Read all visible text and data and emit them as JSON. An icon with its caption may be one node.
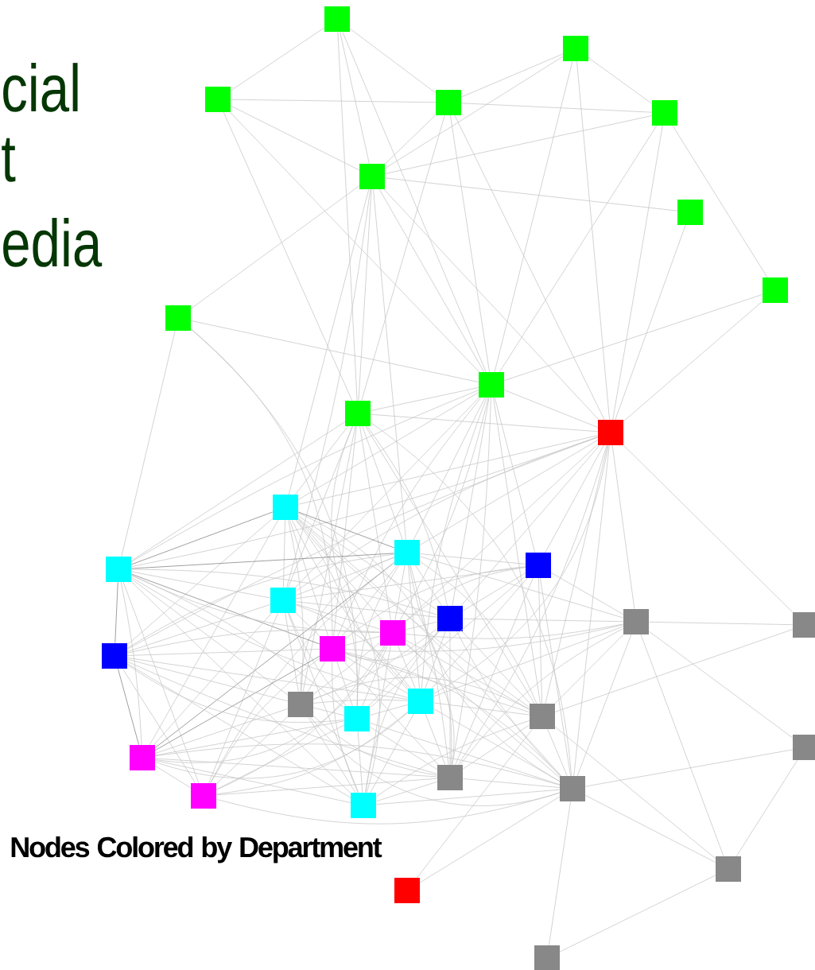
{
  "diagram": {
    "title": "Nodes Colored by Department",
    "nodes": [
      {
        "text": [],
        "shape": "box"
      },
      {
        "text": [],
        "shape": "box"
      },
      {
        "text": [],
        "shape": "box"
      },
      {
        "text": [],
        "shape": "box"
      },
      {
        "text": [],
        "shape": "box"
      },
      {
        "text": [],
        "shape": "box"
      },
      {
        "text": [],
        "shape": "box"
      },
      {
        "text": [],
        "shape": "box"
      },
      {
        "text": [],
        "shape": "box"
      },
      {
        "text": [],
        "shape": "box"
      },
      {
        "text": [],
        "shape": "box"
      },
      {
        "text": [],
        "shape": "box"
      },
      {
        "text": [],
        "shape": "box"
      },
      {
        "text": [],
        "shape": "box"
      },
      {
        "text": [],
        "shape": "box"
      },
      {
        "text": [],
        "shape": "box"
      },
      {
        "text": [],
        "shape": "box"
      },
      {
        "text": [],
        "shape": "box"
      },
      {
        "text": [],
        "shape": "box"
      },
      {
        "text": [],
        "shape": "box"
      },
      {
        "text": [],
        "shape": "box"
      },
      {
        "text": [],
        "shape": "box"
      },
      {
        "text": [],
        "shape": "box"
      },
      {
        "text": [],
        "shape": "box"
      },
      {
        "text": [],
        "shape": "box"
      },
      {
        "text": [],
        "shape": "box"
      },
      {
        "text": [],
        "shape": "box"
      },
      {
        "text": [],
        "shape": "box"
      },
      {
        "text": [],
        "shape": "box"
      },
      {
        "text": [],
        "shape": "box"
      },
      {
        "text": [],
        "shape": "box"
      },
      {
        "text": [],
        "shape": "box"
      },
      {
        "text": [],
        "shape": "box"
      },
      {
        "text": [],
        "shape": "box"
      },
      {
        "text": [],
        "shape": "box"
      },
      {
        "text": [],
        "shape": "box"
      }
    ],
    "edges": [
      {
        "from": 0,
        "to": 2,
        "arrow": "none"
      },
      {
        "from": 0,
        "to": 3,
        "arrow": "none"
      },
      {
        "from": 0,
        "to": 5,
        "arrow": "none"
      },
      {
        "from": 0,
        "to": 10,
        "arrow": "none"
      },
      {
        "from": 0,
        "to": 9,
        "arrow": "none"
      },
      {
        "from": 2,
        "to": 3,
        "arrow": "none"
      },
      {
        "from": 2,
        "to": 5,
        "arrow": "none"
      },
      {
        "from": 2,
        "to": 10,
        "arrow": "none"
      },
      {
        "from": 2,
        "to": 9,
        "arrow": "none"
      },
      {
        "from": 3,
        "to": 1,
        "arrow": "none"
      },
      {
        "from": 3,
        "to": 4,
        "arrow": "none"
      },
      {
        "from": 3,
        "to": 5,
        "arrow": "none"
      },
      {
        "from": 3,
        "to": 10,
        "arrow": "none"
      },
      {
        "from": 3,
        "to": 9,
        "arrow": "none"
      },
      {
        "from": 3,
        "to": 11,
        "arrow": "none"
      },
      {
        "from": 1,
        "to": 5,
        "arrow": "none"
      },
      {
        "from": 1,
        "to": 4,
        "arrow": "none"
      },
      {
        "from": 1,
        "to": 9,
        "arrow": "none"
      },
      {
        "from": 1,
        "to": 11,
        "arrow": "none"
      },
      {
        "from": 4,
        "to": 5,
        "arrow": "none"
      },
      {
        "from": 4,
        "to": 9,
        "arrow": "none"
      },
      {
        "from": 4,
        "to": 11,
        "arrow": "none"
      },
      {
        "from": 4,
        "to": 7,
        "arrow": "none"
      },
      {
        "from": 5,
        "to": 6,
        "arrow": "none"
      },
      {
        "from": 5,
        "to": 8,
        "arrow": "none"
      },
      {
        "from": 5,
        "to": 10,
        "arrow": "none"
      },
      {
        "from": 5,
        "to": 9,
        "arrow": "none"
      },
      {
        "from": 5,
        "to": 11,
        "arrow": "none"
      },
      {
        "from": 5,
        "to": 12,
        "arrow": "none"
      },
      {
        "from": 5,
        "to": 16,
        "arrow": "none"
      },
      {
        "from": 5,
        "to": 13,
        "arrow": "none"
      },
      {
        "from": 6,
        "to": 11,
        "arrow": "none"
      },
      {
        "from": 7,
        "to": 9,
        "arrow": "none"
      },
      {
        "from": 7,
        "to": 11,
        "arrow": "none"
      },
      {
        "from": 8,
        "to": 9,
        "arrow": "none"
      },
      {
        "from": 8,
        "to": 14,
        "arrow": "none"
      },
      {
        "from": 8,
        "to": 21,
        "arrow": "none"
      },
      {
        "from": 8,
        "to": 25,
        "arrow": "none"
      },
      {
        "from": 9,
        "to": 10,
        "arrow": "none"
      },
      {
        "from": 9,
        "to": 11,
        "arrow": "none"
      },
      {
        "from": 9,
        "to": 12,
        "arrow": "none"
      },
      {
        "from": 9,
        "to": 13,
        "arrow": "none"
      },
      {
        "from": 9,
        "to": 14,
        "arrow": "none"
      },
      {
        "from": 9,
        "to": 16,
        "arrow": "none"
      },
      {
        "from": 9,
        "to": 17,
        "arrow": "none"
      },
      {
        "from": 9,
        "to": 20,
        "arrow": "none"
      },
      {
        "from": 9,
        "to": 21,
        "arrow": "none"
      },
      {
        "from": 9,
        "to": 24,
        "arrow": "none"
      },
      {
        "from": 9,
        "to": 26,
        "arrow": "none"
      },
      {
        "from": 9,
        "to": 15,
        "arrow": "none"
      },
      {
        "from": 9,
        "to": 29,
        "arrow": "none"
      },
      {
        "from": 10,
        "to": 11,
        "arrow": "none"
      },
      {
        "from": 10,
        "to": 12,
        "arrow": "none"
      },
      {
        "from": 10,
        "to": 13,
        "arrow": "none"
      },
      {
        "from": 10,
        "to": 16,
        "arrow": "none"
      },
      {
        "from": 10,
        "to": 20,
        "arrow": "none"
      },
      {
        "from": 10,
        "to": 21,
        "arrow": "none"
      },
      {
        "from": 10,
        "to": 24,
        "arrow": "none"
      },
      {
        "from": 10,
        "to": 17,
        "arrow": "none"
      },
      {
        "from": 10,
        "to": 23,
        "arrow": "none"
      },
      {
        "from": 10,
        "to": 26,
        "arrow": "none"
      },
      {
        "from": 10,
        "to": 30,
        "arrow": "none"
      },
      {
        "from": 10,
        "to": 14,
        "arrow": "none"
      },
      {
        "from": 11,
        "to": 12,
        "arrow": "none"
      },
      {
        "from": 11,
        "to": 13,
        "arrow": "none"
      },
      {
        "from": 11,
        "to": 14,
        "arrow": "none"
      },
      {
        "from": 11,
        "to": 16,
        "arrow": "none"
      },
      {
        "from": 11,
        "to": 17,
        "arrow": "none"
      },
      {
        "from": 11,
        "to": 15,
        "arrow": "none"
      },
      {
        "from": 11,
        "to": 18,
        "arrow": "none"
      },
      {
        "from": 11,
        "to": 19,
        "arrow": "none"
      },
      {
        "from": 11,
        "to": 20,
        "arrow": "none"
      },
      {
        "from": 11,
        "to": 24,
        "arrow": "none"
      },
      {
        "from": 11,
        "to": 26,
        "arrow": "none"
      },
      {
        "from": 11,
        "to": 29,
        "arrow": "none"
      },
      {
        "from": 11,
        "to": 30,
        "arrow": "none"
      },
      {
        "from": 11,
        "to": 22,
        "arrow": "none"
      },
      {
        "from": 12,
        "to": 13,
        "arrow": "none",
        "color": "#888888"
      },
      {
        "from": 12,
        "to": 14,
        "arrow": "none",
        "color": "#888888"
      },
      {
        "from": 12,
        "to": 16,
        "arrow": "none"
      },
      {
        "from": 12,
        "to": 21,
        "arrow": "none"
      },
      {
        "from": 12,
        "to": 23,
        "arrow": "none"
      },
      {
        "from": 12,
        "to": 25,
        "arrow": "none"
      },
      {
        "from": 12,
        "to": 24,
        "arrow": "none"
      },
      {
        "from": 12,
        "to": 20,
        "arrow": "none"
      },
      {
        "from": 12,
        "to": 32,
        "arrow": "none"
      },
      {
        "from": 12,
        "to": 17,
        "arrow": "none"
      },
      {
        "from": 12,
        "to": 26,
        "arrow": "none"
      },
      {
        "from": 12,
        "to": 29,
        "arrow": "none"
      },
      {
        "from": 12,
        "to": 30,
        "arrow": "none"
      },
      {
        "from": 12,
        "to": 22,
        "arrow": "none"
      },
      {
        "from": 12,
        "to": 28,
        "arrow": "none"
      },
      {
        "from": 13,
        "to": 14,
        "arrow": "none",
        "color": "#888888"
      },
      {
        "from": 13,
        "to": 16,
        "arrow": "none"
      },
      {
        "from": 13,
        "to": 21,
        "arrow": "none"
      },
      {
        "from": 13,
        "to": 20,
        "arrow": "none"
      },
      {
        "from": 13,
        "to": 17,
        "arrow": "none"
      },
      {
        "from": 13,
        "to": 24,
        "arrow": "none"
      },
      {
        "from": 13,
        "to": 25,
        "arrow": "none"
      },
      {
        "from": 13,
        "to": 23,
        "arrow": "none"
      },
      {
        "from": 13,
        "to": 28,
        "arrow": "none",
        "color": "#888888"
      },
      {
        "from": 13,
        "to": 31,
        "arrow": "none"
      },
      {
        "from": 13,
        "to": 26,
        "arrow": "none"
      },
      {
        "from": 13,
        "to": 29,
        "arrow": "none"
      },
      {
        "from": 13,
        "to": 30,
        "arrow": "none"
      },
      {
        "from": 13,
        "to": 15,
        "arrow": "none"
      },
      {
        "from": 13,
        "to": 18,
        "arrow": "none"
      },
      {
        "from": 13,
        "to": 22,
        "arrow": "none"
      },
      {
        "from": 14,
        "to": 22,
        "arrow": "none",
        "color": "#888888"
      },
      {
        "from": 14,
        "to": 16,
        "arrow": "none"
      },
      {
        "from": 14,
        "to": 21,
        "arrow": "none",
        "color": "#888888"
      },
      {
        "from": 14,
        "to": 20,
        "arrow": "none"
      },
      {
        "from": 14,
        "to": 25,
        "arrow": "none"
      },
      {
        "from": 14,
        "to": 24,
        "arrow": "none"
      },
      {
        "from": 14,
        "to": 28,
        "arrow": "none"
      },
      {
        "from": 14,
        "to": 31,
        "arrow": "none"
      },
      {
        "from": 14,
        "to": 32,
        "arrow": "none"
      },
      {
        "from": 14,
        "to": 23,
        "arrow": "none"
      },
      {
        "from": 14,
        "to": 17,
        "arrow": "none"
      },
      {
        "from": 15,
        "to": 16,
        "arrow": "none"
      },
      {
        "from": 15,
        "to": 17,
        "arrow": "none"
      },
      {
        "from": 15,
        "to": 20,
        "arrow": "none"
      },
      {
        "from": 15,
        "to": 21,
        "arrow": "none"
      },
      {
        "from": 15,
        "to": 24,
        "arrow": "none"
      },
      {
        "from": 15,
        "to": 26,
        "arrow": "none"
      },
      {
        "from": 15,
        "to": 29,
        "arrow": "none"
      },
      {
        "from": 15,
        "to": 30,
        "arrow": "none"
      },
      {
        "from": 15,
        "to": 18,
        "arrow": "none"
      },
      {
        "from": 15,
        "to": 25,
        "arrow": "none"
      },
      {
        "from": 16,
        "to": 21,
        "arrow": "none"
      },
      {
        "from": 16,
        "to": 20,
        "arrow": "none"
      },
      {
        "from": 16,
        "to": 24,
        "arrow": "none"
      },
      {
        "from": 16,
        "to": 25,
        "arrow": "none"
      },
      {
        "from": 16,
        "to": 23,
        "arrow": "none"
      },
      {
        "from": 16,
        "to": 32,
        "arrow": "none"
      },
      {
        "from": 16,
        "to": 22,
        "arrow": "none"
      },
      {
        "from": 16,
        "to": 28,
        "arrow": "none"
      },
      {
        "from": 16,
        "to": 31,
        "arrow": "none"
      },
      {
        "from": 16,
        "to": 17,
        "arrow": "none"
      },
      {
        "from": 17,
        "to": 20,
        "arrow": "none"
      },
      {
        "from": 17,
        "to": 21,
        "arrow": "none"
      },
      {
        "from": 17,
        "to": 24,
        "arrow": "none"
      },
      {
        "from": 17,
        "to": 25,
        "arrow": "none"
      },
      {
        "from": 17,
        "to": 26,
        "arrow": "none"
      },
      {
        "from": 17,
        "to": 29,
        "arrow": "none"
      },
      {
        "from": 17,
        "to": 30,
        "arrow": "none"
      },
      {
        "from": 17,
        "to": 32,
        "arrow": "none"
      },
      {
        "from": 17,
        "to": 18,
        "arrow": "none"
      },
      {
        "from": 17,
        "to": 23,
        "arrow": "none"
      },
      {
        "from": 18,
        "to": 19,
        "arrow": "none"
      },
      {
        "from": 18,
        "to": 27,
        "arrow": "none"
      },
      {
        "from": 18,
        "to": 34,
        "arrow": "none"
      },
      {
        "from": 18,
        "to": 30,
        "arrow": "none"
      },
      {
        "from": 18,
        "to": 26,
        "arrow": "none"
      },
      {
        "from": 18,
        "to": 20,
        "arrow": "none"
      },
      {
        "from": 18,
        "to": 21,
        "arrow": "none"
      },
      {
        "from": 18,
        "to": 24,
        "arrow": "none"
      },
      {
        "from": 18,
        "to": 29,
        "arrow": "none"
      },
      {
        "from": 19,
        "to": 26,
        "arrow": "none"
      },
      {
        "from": 20,
        "to": 21,
        "arrow": "none"
      },
      {
        "from": 20,
        "to": 24,
        "arrow": "none"
      },
      {
        "from": 20,
        "to": 25,
        "arrow": "none"
      },
      {
        "from": 20,
        "to": 23,
        "arrow": "none"
      },
      {
        "from": 20,
        "to": 32,
        "arrow": "none"
      },
      {
        "from": 20,
        "to": 26,
        "arrow": "none"
      },
      {
        "from": 20,
        "to": 29,
        "arrow": "none"
      },
      {
        "from": 20,
        "to": 30,
        "arrow": "none"
      },
      {
        "from": 20,
        "to": 22,
        "arrow": "none"
      },
      {
        "from": 20,
        "to": 28,
        "arrow": "none"
      },
      {
        "from": 20,
        "to": 31,
        "arrow": "none"
      },
      {
        "from": 21,
        "to": 23,
        "arrow": "none"
      },
      {
        "from": 21,
        "to": 24,
        "arrow": "none"
      },
      {
        "from": 21,
        "to": 25,
        "arrow": "none"
      },
      {
        "from": 21,
        "to": 32,
        "arrow": "none"
      },
      {
        "from": 21,
        "to": 28,
        "arrow": "none",
        "color": "#888888"
      },
      {
        "from": 21,
        "to": 31,
        "arrow": "none"
      },
      {
        "from": 21,
        "to": 22,
        "arrow": "none"
      },
      {
        "from": 21,
        "to": 26,
        "arrow": "none"
      },
      {
        "from": 21,
        "to": 29,
        "arrow": "none"
      },
      {
        "from": 21,
        "to": 30,
        "arrow": "none"
      },
      {
        "from": 22,
        "to": 28,
        "arrow": "none",
        "color": "#888888"
      },
      {
        "from": 22,
        "to": 31,
        "arrow": "none"
      },
      {
        "from": 22,
        "to": 23,
        "arrow": "none"
      },
      {
        "from": 22,
        "to": 24,
        "arrow": "none"
      },
      {
        "from": 22,
        "to": 25,
        "arrow": "none"
      },
      {
        "from": 22,
        "to": 32,
        "arrow": "none"
      },
      {
        "from": 22,
        "to": 29,
        "arrow": "none"
      },
      {
        "from": 23,
        "to": 25,
        "arrow": "none"
      },
      {
        "from": 23,
        "to": 24,
        "arrow": "none"
      },
      {
        "from": 23,
        "to": 32,
        "arrow": "none"
      },
      {
        "from": 23,
        "to": 31,
        "arrow": "none"
      },
      {
        "from": 23,
        "to": 28,
        "arrow": "none"
      },
      {
        "from": 23,
        "to": 26,
        "arrow": "none"
      },
      {
        "from": 23,
        "to": 29,
        "arrow": "none"
      },
      {
        "from": 23,
        "to": 30,
        "arrow": "none"
      },
      {
        "from": 24,
        "to": 25,
        "arrow": "none"
      },
      {
        "from": 24,
        "to": 32,
        "arrow": "none"
      },
      {
        "from": 24,
        "to": 26,
        "arrow": "none"
      },
      {
        "from": 24,
        "to": 29,
        "arrow": "none"
      },
      {
        "from": 24,
        "to": 30,
        "arrow": "none"
      },
      {
        "from": 24,
        "to": 28,
        "arrow": "none"
      },
      {
        "from": 24,
        "to": 31,
        "arrow": "none"
      },
      {
        "from": 25,
        "to": 32,
        "arrow": "none"
      },
      {
        "from": 25,
        "to": 29,
        "arrow": "none"
      },
      {
        "from": 25,
        "to": 30,
        "arrow": "none"
      },
      {
        "from": 25,
        "to": 28,
        "arrow": "none"
      },
      {
        "from": 25,
        "to": 31,
        "arrow": "none"
      },
      {
        "from": 26,
        "to": 29,
        "arrow": "none"
      },
      {
        "from": 26,
        "to": 30,
        "arrow": "none"
      },
      {
        "from": 26,
        "to": 32,
        "arrow": "none"
      },
      {
        "from": 26,
        "to": 34,
        "arrow": "none"
      },
      {
        "from": 26,
        "to": 33,
        "arrow": "none"
      },
      {
        "from": 27,
        "to": 30,
        "arrow": "none"
      },
      {
        "from": 27,
        "to": 34,
        "arrow": "none"
      },
      {
        "from": 28,
        "to": 31,
        "arrow": "none"
      },
      {
        "from": 28,
        "to": 32,
        "arrow": "none"
      },
      {
        "from": 28,
        "to": 29,
        "arrow": "none"
      },
      {
        "from": 28,
        "to": 30,
        "arrow": "none"
      },
      {
        "from": 29,
        "to": 30,
        "arrow": "none"
      },
      {
        "from": 29,
        "to": 31,
        "arrow": "none"
      },
      {
        "from": 29,
        "to": 32,
        "arrow": "none"
      },
      {
        "from": 30,
        "to": 32,
        "arrow": "none"
      },
      {
        "from": 30,
        "to": 31,
        "arrow": "none"
      },
      {
        "from": 30,
        "to": 34,
        "arrow": "none"
      },
      {
        "from": 30,
        "to": 35,
        "arrow": "none"
      },
      {
        "from": 30,
        "to": 33,
        "arrow": "none"
      },
      {
        "from": 34,
        "to": 35,
        "arrow": "none"
      }
    ],
    "labels": [
      "cial",
      "t",
      "edia"
    ]
  }
}
